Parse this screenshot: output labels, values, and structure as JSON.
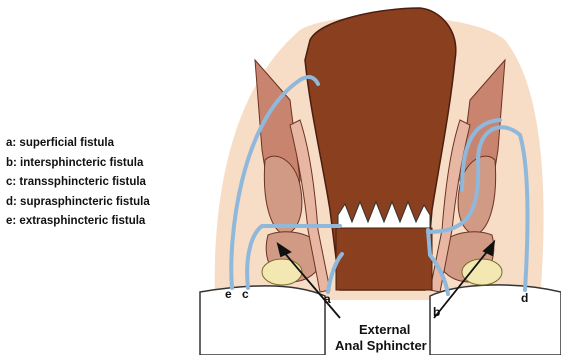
{
  "legend": [
    {
      "key": "a",
      "text": "a: superficial fistula"
    },
    {
      "key": "b",
      "text": "b: intersphincteric fistula"
    },
    {
      "key": "c",
      "text": "c: transsphincteric fistula"
    },
    {
      "key": "d",
      "text": "d: suprasphincteric fistula"
    },
    {
      "key": "e",
      "text": "e: extrasphincteric fistula"
    }
  ],
  "labels": {
    "a": "a",
    "b": "b",
    "c": "c",
    "d": "d",
    "e": "e"
  },
  "caption": {
    "line1": "External",
    "line2": "Anal Sphincter"
  },
  "colors": {
    "fistula": "#8fb8db",
    "rectum": "#8a3f1f",
    "skin": "#f7dcc6",
    "muscle": "#c9846f",
    "fat": "#f3e8b2"
  }
}
